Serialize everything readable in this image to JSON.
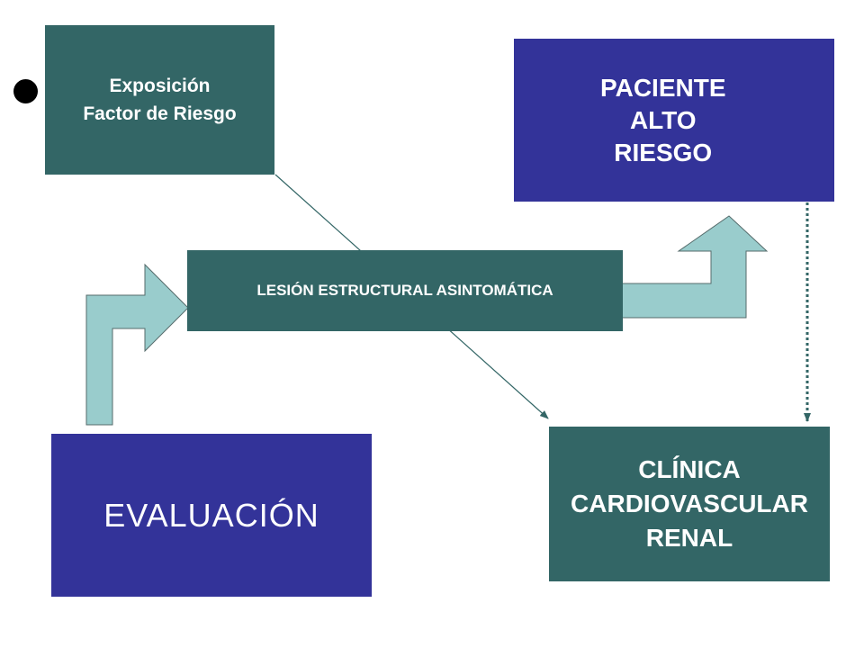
{
  "colors": {
    "teal_box": "#336666",
    "navy_box": "#333399",
    "arrow_fill": "#99cccc",
    "arrow_stroke": "#556b6b",
    "line": "#336666",
    "bullet": "#000000"
  },
  "nodes": {
    "exposicion": {
      "text": "Exposición\nFactor de Riesgo"
    },
    "paciente": {
      "lines": [
        "PACIENTE",
        "ALTO",
        "RIESGO"
      ]
    },
    "lesion": {
      "text": "LESIÓN ESTRUCTURAL ASINTOMÁTICA"
    },
    "evaluacion": {
      "text": "EVALUACIÓN"
    },
    "clinica": {
      "text": "CLÍNICA\nCARDIOVASCULAR\nRENAL"
    }
  },
  "edges": [
    {
      "from": "exposicion",
      "to": "clinica",
      "style": "solid",
      "head": "arrow"
    },
    {
      "from": "paciente",
      "to": "clinica",
      "style": "dotted",
      "head": "arrow"
    },
    {
      "from": "evaluacion",
      "to": "lesion",
      "style": "block-arrow"
    },
    {
      "from": "lesion",
      "to": "paciente",
      "style": "block-arrow"
    }
  ]
}
